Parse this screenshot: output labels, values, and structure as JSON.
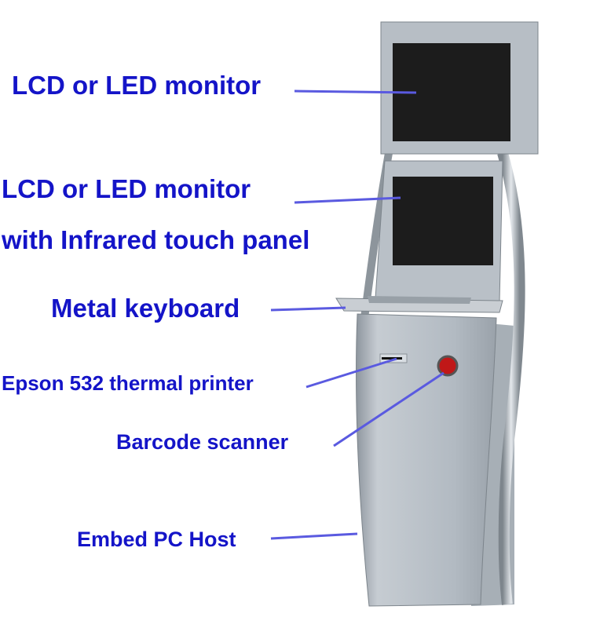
{
  "labels": {
    "top_monitor": "LCD or LED monitor",
    "touch_monitor_line1": "LCD or LED monitor",
    "touch_monitor_line2": "with Infrared touch panel",
    "keyboard": "Metal keyboard",
    "printer": "Epson 532 thermal printer",
    "scanner": "Barcode scanner",
    "pc_host": "Embed PC Host"
  },
  "colors": {
    "label_text": "#1414c8",
    "leader_line": "#5a5ae0",
    "kiosk_body": "#b4bcc4",
    "screen": "#1c1c1c",
    "scanner_window": "#c01818"
  }
}
